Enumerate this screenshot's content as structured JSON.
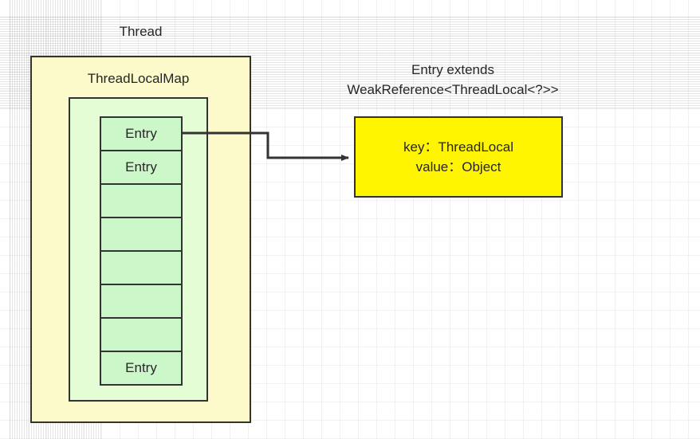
{
  "diagram": {
    "title_thread": "Thread",
    "title_threadlocalmap": "ThreadLocalMap",
    "entry_caption": "Entry extends\nWeakReference<ThreadLocal<?>>",
    "entry_box_text": "key：ThreadLocal\nvalue：Object",
    "entry_cells": [
      {
        "label": "Entry"
      },
      {
        "label": "Entry"
      },
      {
        "label": ""
      },
      {
        "label": ""
      },
      {
        "label": ""
      },
      {
        "label": ""
      },
      {
        "label": ""
      },
      {
        "label": "Entry"
      }
    ],
    "colors": {
      "thread_fill": "#FCFACB",
      "threadlocalmap_fill": "#E4FDD5",
      "entry_cell_fill": "#CCF7C9",
      "entry_box_fill": "#FFF500",
      "stroke": "#333333",
      "text": "#262626",
      "grid_line": "#EFEFEF",
      "canvas_background": "#FFFFFF"
    }
  }
}
